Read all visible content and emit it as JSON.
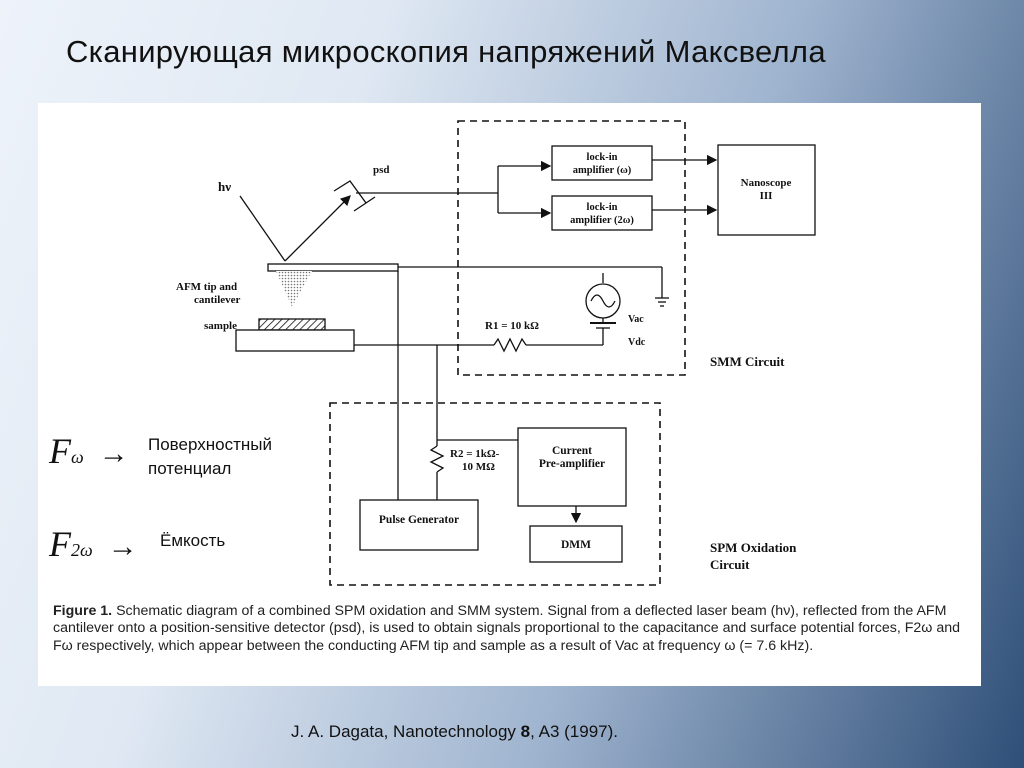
{
  "slide": {
    "title": "Сканирующая микроскопия напряжений Максвелла",
    "citation_pre": "J. A. Dagata, Nanotechnology ",
    "citation_vol": "8",
    "citation_post": ", A3 (1997)."
  },
  "diagram": {
    "labels": {
      "hv": "hν",
      "psd": "psd",
      "afm_tip_1": "AFM tip and",
      "afm_tip_2": "cantilever",
      "sample": "sample",
      "lockin1_l1": "lock-in",
      "lockin1_l2": "amplifier (ω)",
      "lockin2_l1": "lock-in",
      "lockin2_l2": "amplifier (2ω)",
      "nanoscope_l1": "Nanoscope",
      "nanoscope_l2": "III",
      "r1": "R1 = 10 kΩ",
      "vac": "Vac",
      "vdc": "Vdc",
      "smm": "SMM Circuit",
      "r2_l1": "R2 = 1kΩ-",
      "r2_l2": "10 MΩ",
      "preamp_l1": "Current",
      "preamp_l2": "Pre-amplifier",
      "pulse": "Pulse Generator",
      "dmm": "DMM",
      "spm_l1": "SPM Oxidation",
      "spm_l2": "Circuit"
    }
  },
  "overlay": {
    "f_omega": "F",
    "f_omega_sub": "ω",
    "f_2omega": "F",
    "f_2omega_sub": "2ω",
    "arrow": "→",
    "surface_potential_1": "Поверхностный",
    "surface_potential_2": "потенциал",
    "capacitance": "Ёмкость"
  },
  "caption": {
    "label": "Figure 1.",
    "text": " Schematic diagram of a combined SPM oxidation and SMM system. Signal from a deflected laser beam (hν), reflected from the AFM cantilever onto a position-sensitive detector (psd), is used to obtain signals proportional to the capacitance and surface potential forces, F2ω and Fω respectively, which appear between the conducting AFM tip and sample as a result of Vac at frequency ω (= 7.6 kHz)."
  }
}
